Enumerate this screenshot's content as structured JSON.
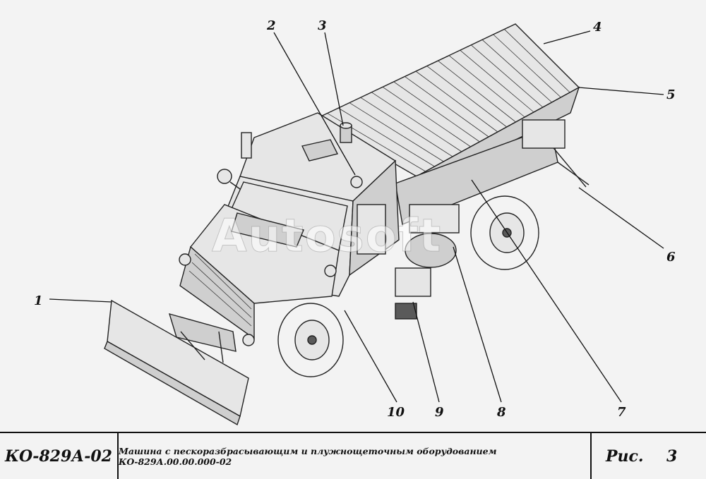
{
  "callouts": [
    "1",
    "2",
    "3",
    "4",
    "5",
    "6",
    "7",
    "8",
    "9",
    "10"
  ],
  "watermark": "Autosoft",
  "title_block": {
    "model_code": "КО-829А-02",
    "description": "Машина с пескоразбрасывающим и плужнощеточным оборудованием КО-829А.00.00.000-02",
    "figure_label": "Рис.",
    "figure_number": "3"
  }
}
